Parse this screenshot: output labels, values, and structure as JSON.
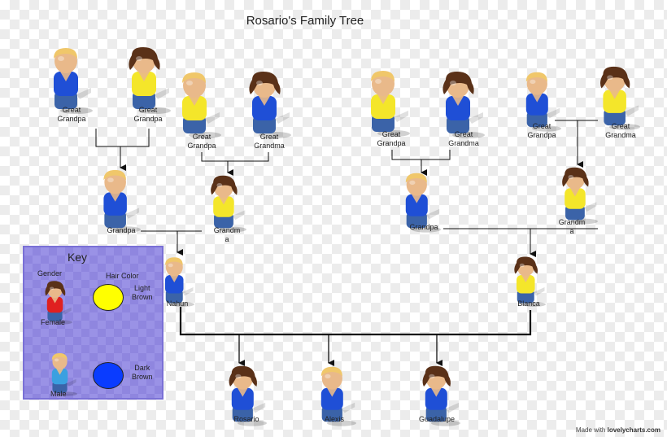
{
  "title": "Rosario's Family Tree",
  "colors": {
    "blue_shirt": "#1f4fd6",
    "yellow_shirt": "#f4e62a",
    "red_shirt": "#e02020",
    "light_blue_shirt": "#3aa0e0",
    "jeans": "#3b63a8",
    "skin": "#e9b98a",
    "light_brown_hair": "#f0c76a",
    "dark_brown_hair": "#5a3118",
    "connector": "#111111",
    "key_background": "#9a92e6",
    "light_brown_swatch": "#ffff00",
    "dark_brown_swatch": "#0a3cff"
  },
  "people": {
    "ggp1": {
      "label": "Great\nGrandpa",
      "gender": "male",
      "hair": "light",
      "shirt": "blue"
    },
    "ggp2": {
      "label": "Great\nGrandpa",
      "gender": "female",
      "hair": "dark",
      "shirt": "yellow"
    },
    "ggp3": {
      "label": "Great\nGrandpa",
      "gender": "male",
      "hair": "light",
      "shirt": "yellow"
    },
    "ggm1": {
      "label": "Great\nGrandma",
      "gender": "female",
      "hair": "dark",
      "shirt": "blue"
    },
    "ggp4": {
      "label": "Great\nGrandpa",
      "gender": "male",
      "hair": "light",
      "shirt": "yellow"
    },
    "ggm2": {
      "label": "Great\nGrandma",
      "gender": "female",
      "hair": "dark",
      "shirt": "blue"
    },
    "ggp5": {
      "label": "Great\nGrandpa",
      "gender": "male",
      "hair": "light",
      "shirt": "blue"
    },
    "ggm3": {
      "label": "Great\nGrandma",
      "gender": "female",
      "hair": "dark",
      "shirt": "yellow"
    },
    "gp1": {
      "label": "Grandpa",
      "gender": "male",
      "hair": "light",
      "shirt": "blue"
    },
    "gm1": {
      "label": "Grandm\na",
      "gender": "female",
      "hair": "dark",
      "shirt": "yellow"
    },
    "gp2": {
      "label": "Grandpa",
      "gender": "male",
      "hair": "light",
      "shirt": "blue"
    },
    "gm2": {
      "label": "Grandm\na",
      "gender": "female",
      "hair": "dark",
      "shirt": "yellow"
    },
    "nahun": {
      "label": "Nahun",
      "gender": "male",
      "hair": "light",
      "shirt": "blue"
    },
    "blanca": {
      "label": "Blanca",
      "gender": "female",
      "hair": "dark",
      "shirt": "yellow"
    },
    "rosario": {
      "label": "Rosario",
      "gender": "female",
      "hair": "dark",
      "shirt": "blue"
    },
    "alexis": {
      "label": "Alexis",
      "gender": "male",
      "hair": "light",
      "shirt": "blue"
    },
    "guadalupe": {
      "label": "Guadalupe",
      "gender": "female",
      "hair": "dark",
      "shirt": "blue"
    }
  },
  "key": {
    "title": "Key",
    "gender_label": "Gender",
    "hair_color_label": "Hair Color",
    "female_label": "Female",
    "male_label": "Male",
    "light_brown_label": "Light\nBrown",
    "dark_brown_label": "Dark\nBrown"
  },
  "credit": {
    "prefix": "Made with",
    "brand": "lovelycharts.com"
  }
}
